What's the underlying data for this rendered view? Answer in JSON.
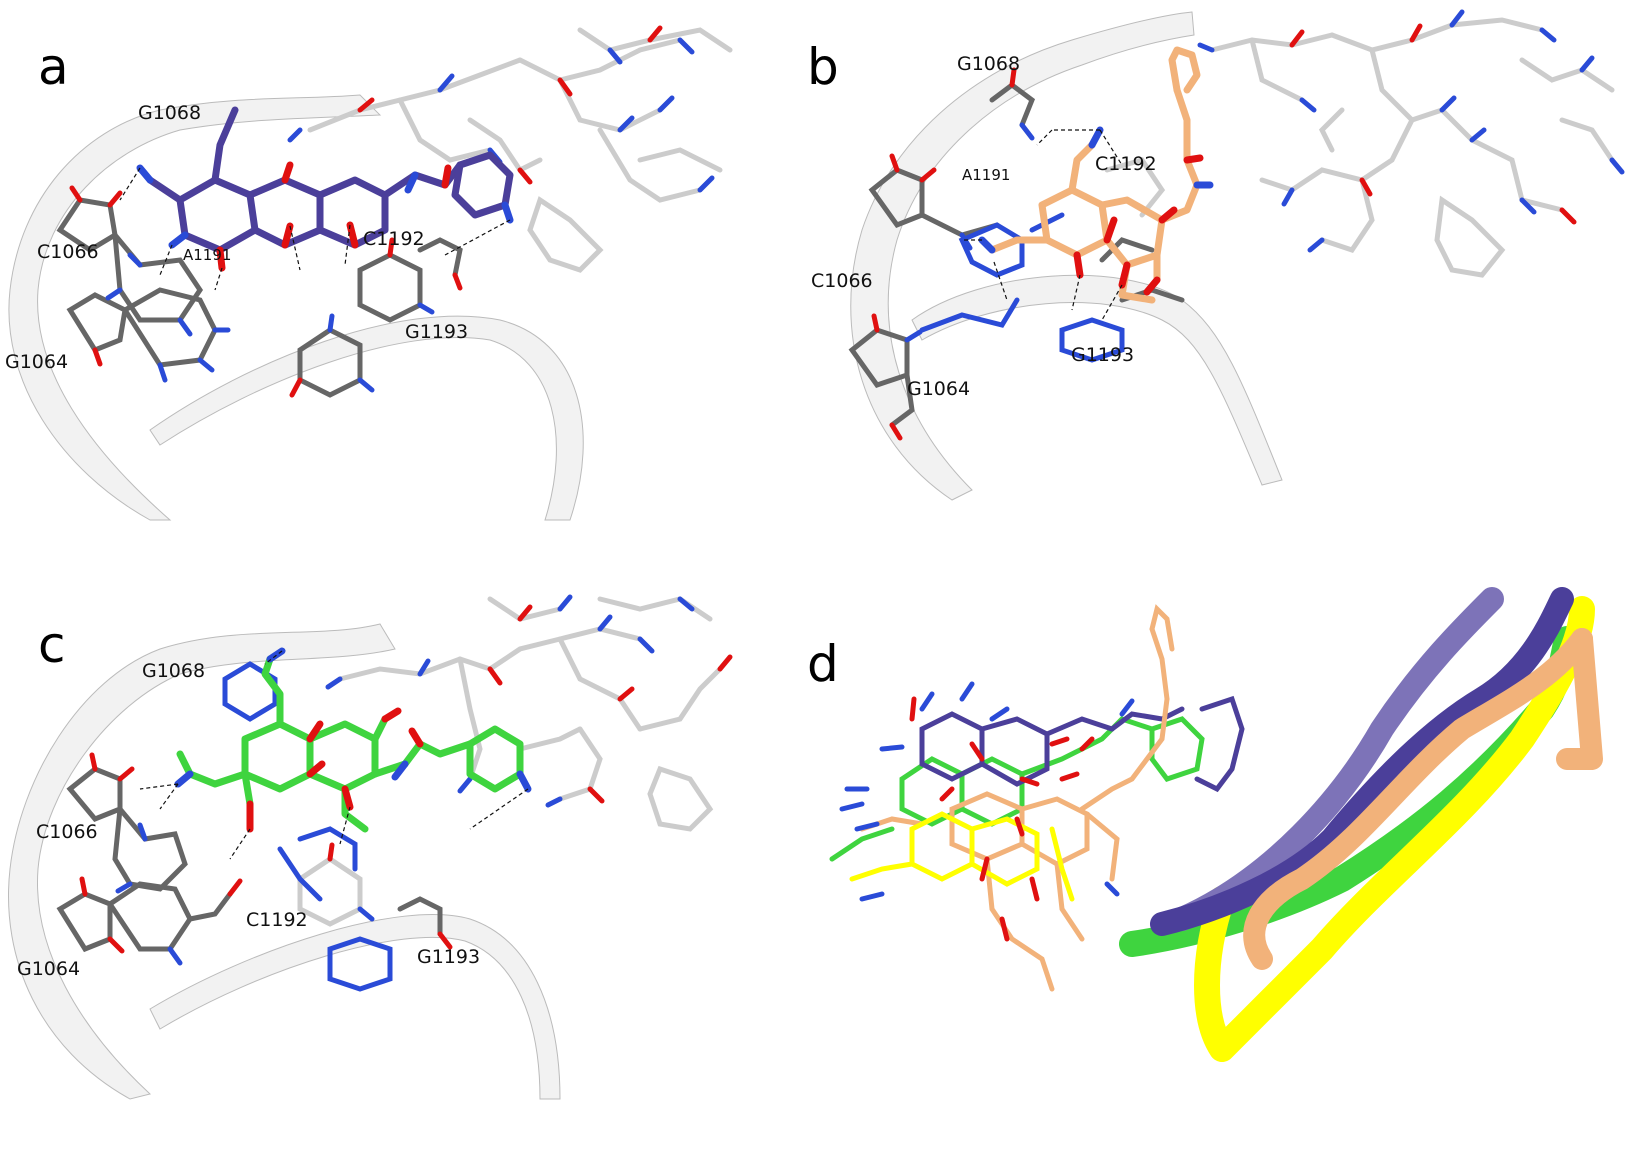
{
  "panels": {
    "a": {
      "letter": "a",
      "ligand_color": "#4b3f9a",
      "residues": {
        "g1068": "G1068",
        "c1066": "C1066",
        "a1191": "A1191",
        "c1192": "C1192",
        "g1193": "G1193",
        "g1064": "G1064"
      }
    },
    "b": {
      "letter": "b",
      "ligand_color": "#f2b27a",
      "residues": {
        "g1068": "G1068",
        "a1191": "A1191",
        "c1192": "C1192",
        "c1066": "C1066",
        "g1193": "G1193",
        "g1064": "G1064"
      }
    },
    "c": {
      "letter": "c",
      "ligand_color": "#3fd43f",
      "residues": {
        "g1068": "G1068",
        "c1066": "C1066",
        "c1192": "C1192",
        "g1193": "G1193",
        "g1064": "G1064"
      }
    },
    "d": {
      "letter": "d",
      "overlay_colors": [
        "#4b3f9a",
        "#f2b27a",
        "#3fd43f",
        "#ffff00"
      ]
    }
  },
  "atom_colors": {
    "carbon_rna": "#666666",
    "carbon_peptide": "#cccccc",
    "nitrogen": "#2a4bd7",
    "oxygen": "#e01010",
    "hydrogen": "#ffffff"
  }
}
